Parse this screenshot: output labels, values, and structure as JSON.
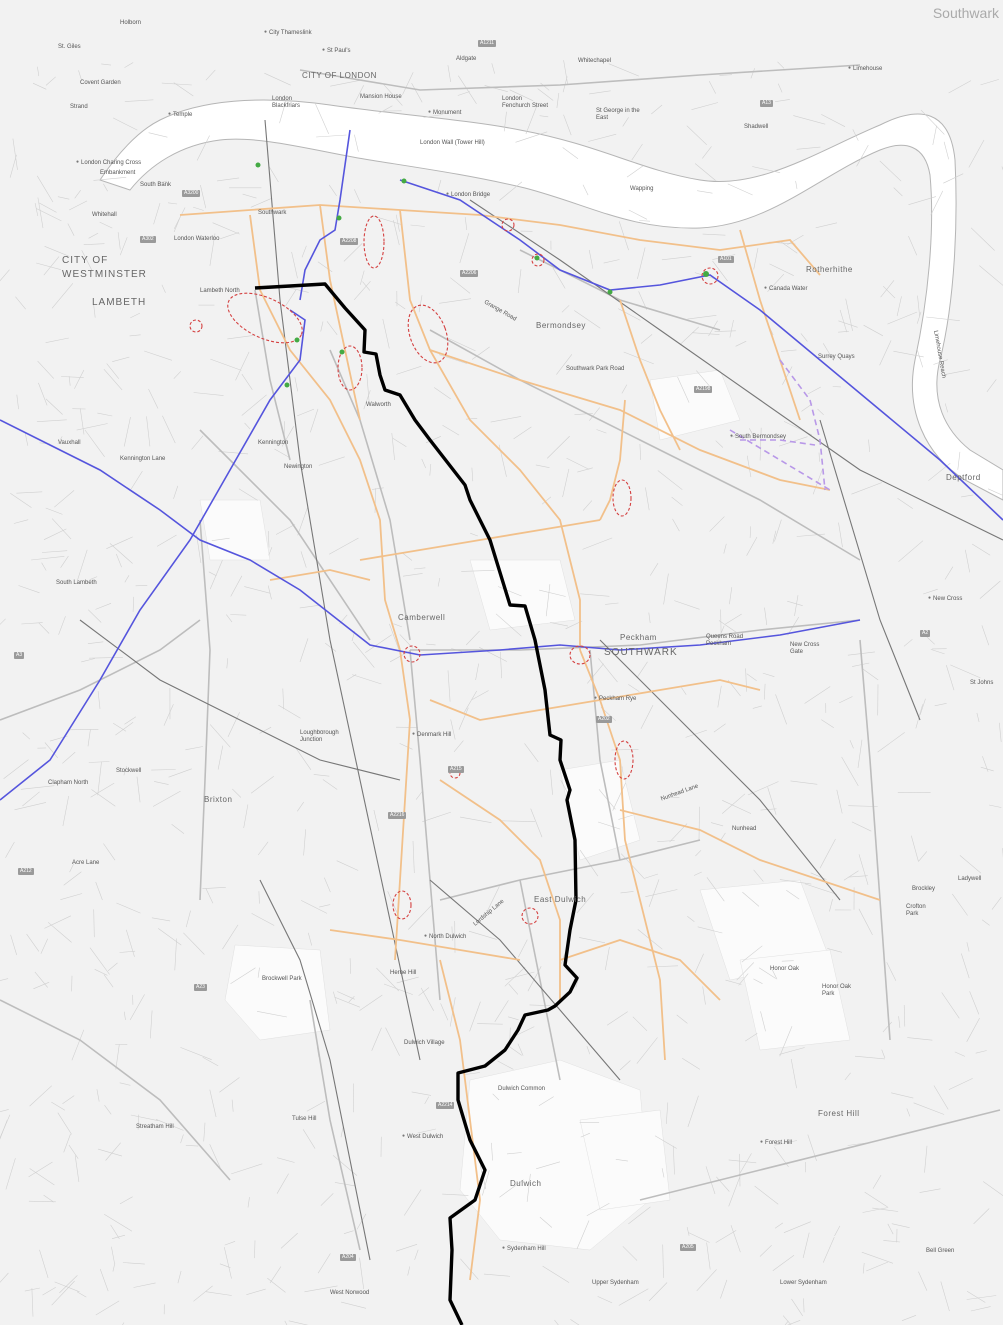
{
  "map": {
    "corner_label": "Southwark",
    "borough_labels": [
      {
        "id": "city-westminster",
        "text": "CITY OF WESTMINSTER"
      },
      {
        "id": "lambeth",
        "text": "LAMBETH"
      },
      {
        "id": "southwark",
        "text": "SOUTHWARK"
      },
      {
        "id": "city-london",
        "text": "CITY OF LONDON"
      }
    ],
    "place_labels": [
      {
        "id": "strand",
        "text": "Strand"
      },
      {
        "id": "st-giles",
        "text": "St. Giles"
      },
      {
        "id": "holborn",
        "text": "Holborn"
      },
      {
        "id": "covent-garden",
        "text": "Covent Garden"
      },
      {
        "id": "whitehall",
        "text": "Whitehall"
      },
      {
        "id": "south-bank",
        "text": "South Bank"
      },
      {
        "id": "vauxhall",
        "text": "Vauxhall"
      },
      {
        "id": "kennington",
        "text": "Kennington"
      },
      {
        "id": "newington",
        "text": "Newington"
      },
      {
        "id": "walworth",
        "text": "Walworth"
      },
      {
        "id": "bermondsey",
        "text": "Bermondsey"
      },
      {
        "id": "rotherhithe",
        "text": "Rotherhithe"
      },
      {
        "id": "wapping",
        "text": "Wapping"
      },
      {
        "id": "shadwell",
        "text": "Shadwell"
      },
      {
        "id": "whitechapel",
        "text": "Whitechapel"
      },
      {
        "id": "limehouse",
        "text": "Limehouse"
      },
      {
        "id": "deptford",
        "text": "Deptford"
      },
      {
        "id": "camberwell",
        "text": "Camberwell"
      },
      {
        "id": "peckham",
        "text": "Peckham"
      },
      {
        "id": "nunhead",
        "text": "Nunhead"
      },
      {
        "id": "brixton",
        "text": "Brixton"
      },
      {
        "id": "stockwell",
        "text": "Stockwell"
      },
      {
        "id": "south-lambeth",
        "text": "South Lambeth"
      },
      {
        "id": "east-dulwich",
        "text": "East Dulwich"
      },
      {
        "id": "dulwich-village",
        "text": "Dulwich Village"
      },
      {
        "id": "dulwich",
        "text": "Dulwich"
      },
      {
        "id": "herne-hill",
        "text": "Herne Hill"
      },
      {
        "id": "brockwell-park",
        "text": "Brockwell Park"
      },
      {
        "id": "tulse-hill",
        "text": "Tulse Hill"
      },
      {
        "id": "streatham-hill",
        "text": "Streatham Hill"
      },
      {
        "id": "west-norwood",
        "text": "West Norwood"
      },
      {
        "id": "upper-sydenham",
        "text": "Upper Sydenham"
      },
      {
        "id": "lower-sydenham",
        "text": "Lower Sydenham"
      },
      {
        "id": "forest-hill",
        "text": "Forest Hill"
      },
      {
        "id": "honor-oak",
        "text": "Honor Oak"
      },
      {
        "id": "brockley",
        "text": "Brockley"
      },
      {
        "id": "new-cross",
        "text": "New Cross"
      },
      {
        "id": "bell-green",
        "text": "Bell Green"
      },
      {
        "id": "ladywell",
        "text": "Ladywell"
      },
      {
        "id": "st-johns",
        "text": "St Johns"
      },
      {
        "id": "clapham-north",
        "text": "Clapham North"
      },
      {
        "id": "peckham-rye",
        "text": "Peckham Rye"
      },
      {
        "id": "surrey-quays",
        "text": "Surrey Quays"
      },
      {
        "id": "south-bermondsey",
        "text": "South Bermondsey"
      },
      {
        "id": "london-bridge",
        "text": "London Bridge"
      },
      {
        "id": "lambeth-north",
        "text": "Lambeth North"
      },
      {
        "id": "southwark-stn",
        "text": "Southwark"
      },
      {
        "id": "canada-water",
        "text": "Canada Water"
      },
      {
        "id": "st-george",
        "text": "St George in the East"
      },
      {
        "id": "monument",
        "text": "Monument"
      },
      {
        "id": "mansion-house",
        "text": "Mansion House"
      },
      {
        "id": "st-pauls",
        "text": "St Paul's"
      },
      {
        "id": "aldgate",
        "text": "Aldgate"
      },
      {
        "id": "temple",
        "text": "Temple"
      },
      {
        "id": "london-waterloo",
        "text": "London Waterloo"
      },
      {
        "id": "london-blackfriars",
        "text": "London Blackfriars"
      },
      {
        "id": "london-fenchurch",
        "text": "London Fenchurch Street"
      },
      {
        "id": "london-charing-cross",
        "text": "London Charing Cross"
      },
      {
        "id": "embankment",
        "text": "Embankment"
      },
      {
        "id": "city-thameslink",
        "text": "City Thameslink"
      },
      {
        "id": "north-dulwich",
        "text": "North Dulwich"
      },
      {
        "id": "west-dulwich",
        "text": "West Dulwich"
      },
      {
        "id": "sydenham-hill",
        "text": "Sydenham Hill"
      },
      {
        "id": "loughborough-jn",
        "text": "Loughborough Junction"
      },
      {
        "id": "denmark-hill",
        "text": "Denmark Hill"
      },
      {
        "id": "queens-road-peckham",
        "text": "Queens Road Peckham"
      },
      {
        "id": "new-cross-gate",
        "text": "New Cross Gate"
      },
      {
        "id": "crofton-park",
        "text": "Crofton Park"
      },
      {
        "id": "honor-oak-park",
        "text": "Honor Oak Park"
      },
      {
        "id": "forest-hill-stn",
        "text": "Forest Hill"
      },
      {
        "id": "tower-of-london",
        "text": "London Wall (Tower Hill)"
      },
      {
        "id": "limehouse-reach",
        "text": "Limehouse Reach"
      },
      {
        "id": "grange-road",
        "text": "Grange Road"
      },
      {
        "id": "southwark-park-road",
        "text": "Southwark Park Road"
      },
      {
        "id": "lordship-lane",
        "text": "Lordship Lane"
      },
      {
        "id": "dulwich-common",
        "text": "Dulwich Common"
      },
      {
        "id": "acre-lane",
        "text": "Acre Lane"
      },
      {
        "id": "kennington-lane",
        "text": "Kennington Lane"
      },
      {
        "id": "nunhead-lane",
        "text": "Nunhead Lane"
      }
    ],
    "road_labels": [
      {
        "id": "a3200",
        "text": "A3200"
      },
      {
        "id": "a302",
        "text": "A302"
      },
      {
        "id": "a2",
        "text": "A2"
      },
      {
        "id": "a3",
        "text": "A3"
      },
      {
        "id": "a202",
        "text": "A202"
      },
      {
        "id": "a2206",
        "text": "A2206"
      },
      {
        "id": "a2208",
        "text": "A2208"
      },
      {
        "id": "a215",
        "text": "A215"
      },
      {
        "id": "a205",
        "text": "A205"
      },
      {
        "id": "a2214",
        "text": "A2214"
      },
      {
        "id": "a23",
        "text": "A23"
      },
      {
        "id": "a204",
        "text": "A204"
      },
      {
        "id": "a2216",
        "text": "A2216"
      },
      {
        "id": "a101",
        "text": "A101"
      },
      {
        "id": "a2198",
        "text": "A2198"
      },
      {
        "id": "a13",
        "text": "A13"
      },
      {
        "id": "a1211",
        "text": "A1211"
      },
      {
        "id": "a212",
        "text": "A212"
      }
    ],
    "colors": {
      "land": "#f2f2f2",
      "river": "#ffffff",
      "river_edge": "#b5b5b5",
      "park": "#fbfbfb",
      "street": "#d0d0d0",
      "major_road": "#bdbdbd",
      "railway": "#777777",
      "route_orange": "#f2c08a",
      "route_blue": "#5555dd",
      "route_purple": "#b898e8",
      "boundary": "#000000",
      "hotspot": "#d44040",
      "station_marker": "#44aa44"
    }
  }
}
